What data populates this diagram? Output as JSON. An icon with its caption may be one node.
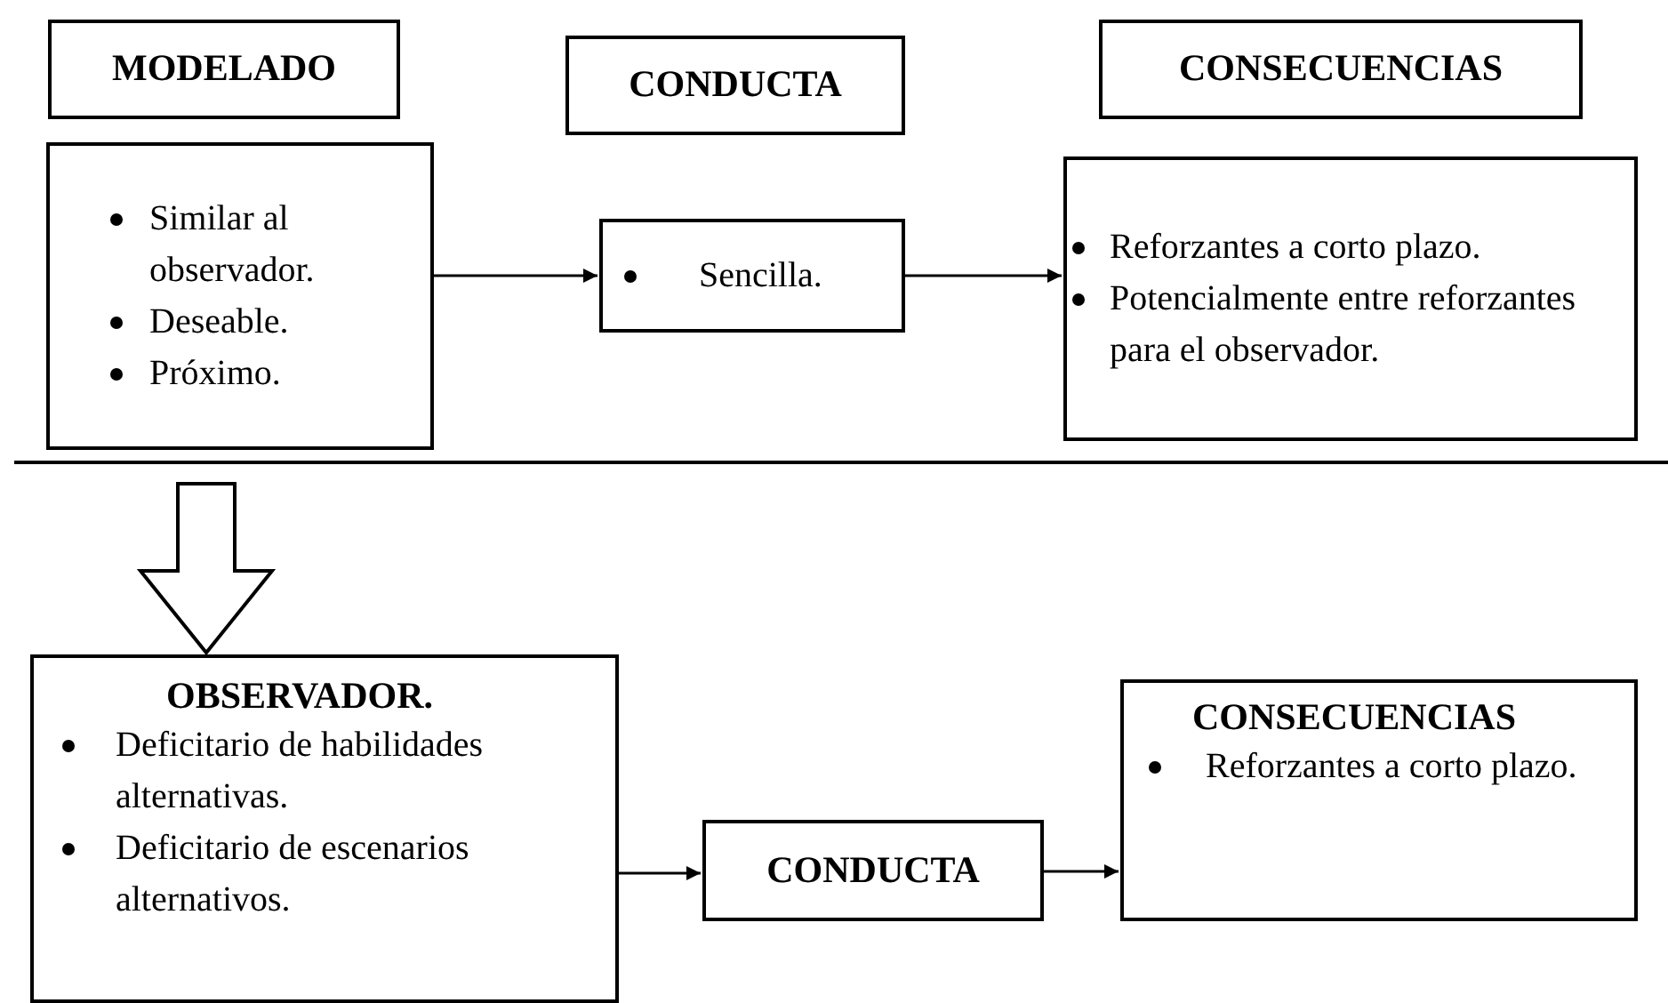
{
  "diagram": {
    "nodes": [
      {
        "text": [
          "MODELADO"
        ]
      },
      {
        "text": [
          "Similar al observador.",
          "Deseable.",
          "Próximo."
        ]
      },
      {
        "text": [
          "CONDUCTA"
        ]
      },
      {
        "text": [
          "Sencilla."
        ]
      },
      {
        "text": [
          "CONSECUENCIAS"
        ]
      },
      {
        "text": [
          "Reforzantes a corto plazo.",
          "Potencialmente entre reforzantes para el observador."
        ]
      },
      {
        "text": [
          "OBSERVADOR.",
          "Deficitario de habilidades alternativas.",
          "Deficitario de escenarios alternativos."
        ]
      },
      {
        "text": [
          "CONDUCTA"
        ]
      },
      {
        "text": [
          "CONSECUENCIAS",
          "Reforzantes a corto plazo."
        ]
      }
    ],
    "edges": [
      {
        "from": 1,
        "to": 3,
        "arrow": "to"
      },
      {
        "from": 3,
        "to": 5,
        "arrow": "to"
      },
      {
        "from": null,
        "to": 6,
        "arrow": "to",
        "style": "thick"
      },
      {
        "from": 6,
        "to": 7,
        "arrow": "to"
      },
      {
        "from": 7,
        "to": 8,
        "arrow": "to"
      }
    ]
  }
}
